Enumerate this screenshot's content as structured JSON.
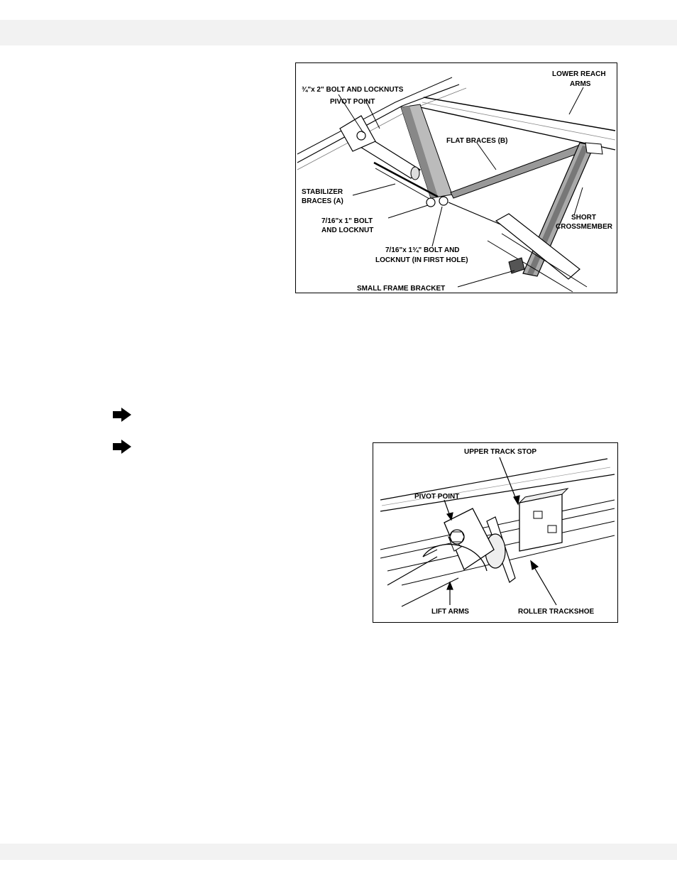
{
  "page": {
    "header_band": "",
    "footer_band": ""
  },
  "figure1": {
    "labels": {
      "bolt_top": "¾\"x 2\" BOLT AND LOCKNUTS",
      "pivot_point": "PIVOT POINT",
      "lower_reach_1": "LOWER REACH",
      "lower_reach_2": "ARMS",
      "flat_braces": "FLAT BRACES (B)",
      "stabilizer_1": "STABILIZER",
      "stabilizer_2": "BRACES (A)",
      "bolt_small_1": "7/16\"x 1\" BOLT",
      "bolt_small_2": "AND LOCKNUT",
      "short_cross_1": "SHORT",
      "short_cross_2": "CROSSMEMBER",
      "bolt_long_1": "7/16\"x 1¾\" BOLT AND",
      "bolt_long_2": "LOCKNUT (IN FIRST HOLE)",
      "small_frame": "SMALL FRAME BRACKET"
    }
  },
  "figure2": {
    "labels": {
      "upper_track_stop": "UPPER TRACK STOP",
      "pivot_point": "PIVOT POINT",
      "lift_arms": "LIFT ARMS",
      "roller_trackshoe": "ROLLER TRACKSHOE"
    }
  },
  "icons": [
    "arrow-right-icon",
    "arrow-right-icon"
  ]
}
